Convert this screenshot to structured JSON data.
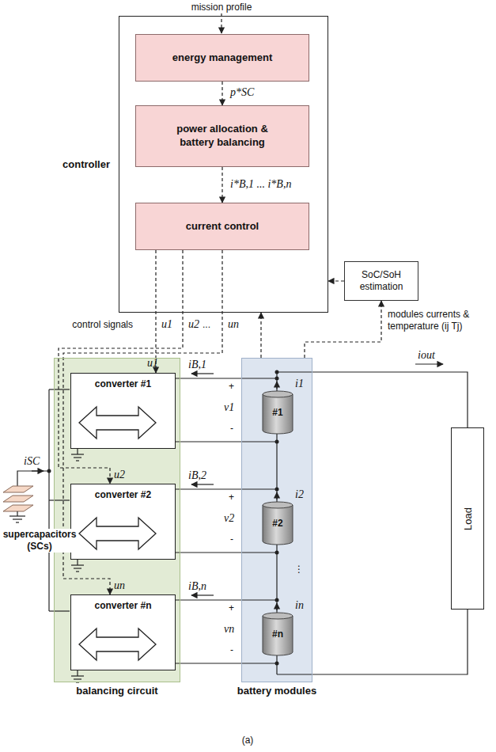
{
  "diagram": {
    "nodes": [
      {
        "text": [
          "controller"
        ]
      },
      {
        "text": [
          "energy management"
        ],
        "in": 0
      },
      {
        "text": [
          "power allocation & battery balancing"
        ],
        "in": 0
      },
      {
        "text": [
          "current control"
        ],
        "in": 0
      },
      {
        "text": [
          "SoC/SoH estimation"
        ]
      },
      {
        "text": [
          "balancing circuit"
        ]
      },
      {
        "text": [
          "converter #1"
        ],
        "in": 5
      },
      {
        "text": [
          "converter #2"
        ],
        "in": 5
      },
      {
        "text": [
          "converter #n"
        ],
        "in": 5
      },
      {
        "text": [
          "battery modules"
        ]
      },
      {
        "text": [
          "#1"
        ],
        "in": 9
      },
      {
        "text": [
          "#2"
        ],
        "in": 9
      },
      {
        "text": [
          "#n"
        ],
        "in": 9
      },
      {
        "text": [
          "Load"
        ]
      }
    ],
    "edges": [
      {
        "from": 1,
        "to": 2,
        "arrow": "to",
        "label": "p*SC"
      },
      {
        "from": 2,
        "to": 3,
        "arrow": "to",
        "label": "i*B,1 ... i*B,n"
      },
      {
        "from": 3,
        "to": 6,
        "arrow": "to",
        "label": "u1"
      },
      {
        "from": 3,
        "to": 7,
        "arrow": "to",
        "label": "u2"
      },
      {
        "from": 3,
        "to": 8,
        "arrow": "to",
        "label": "un"
      },
      {
        "from": 4,
        "to": 0,
        "arrow": "to"
      },
      {
        "from": 9,
        "to": 4,
        "arrow": "to"
      },
      {
        "from": 9,
        "to": 0,
        "arrow": "to"
      }
    ],
    "labels": [
      "mission profile",
      "control signals",
      "...",
      "modules currents & temperature (ij Tj)",
      "u1",
      "u2",
      "un",
      "iB,1",
      "i1",
      "+",
      "v1",
      "-",
      "iB,2",
      "i2",
      "+",
      "v2",
      "-",
      "iB,n",
      "in",
      "+",
      "vn",
      "-",
      "⋮",
      "iSC",
      "iout",
      "supercapacitors (SCs)",
      "(a)"
    ]
  }
}
